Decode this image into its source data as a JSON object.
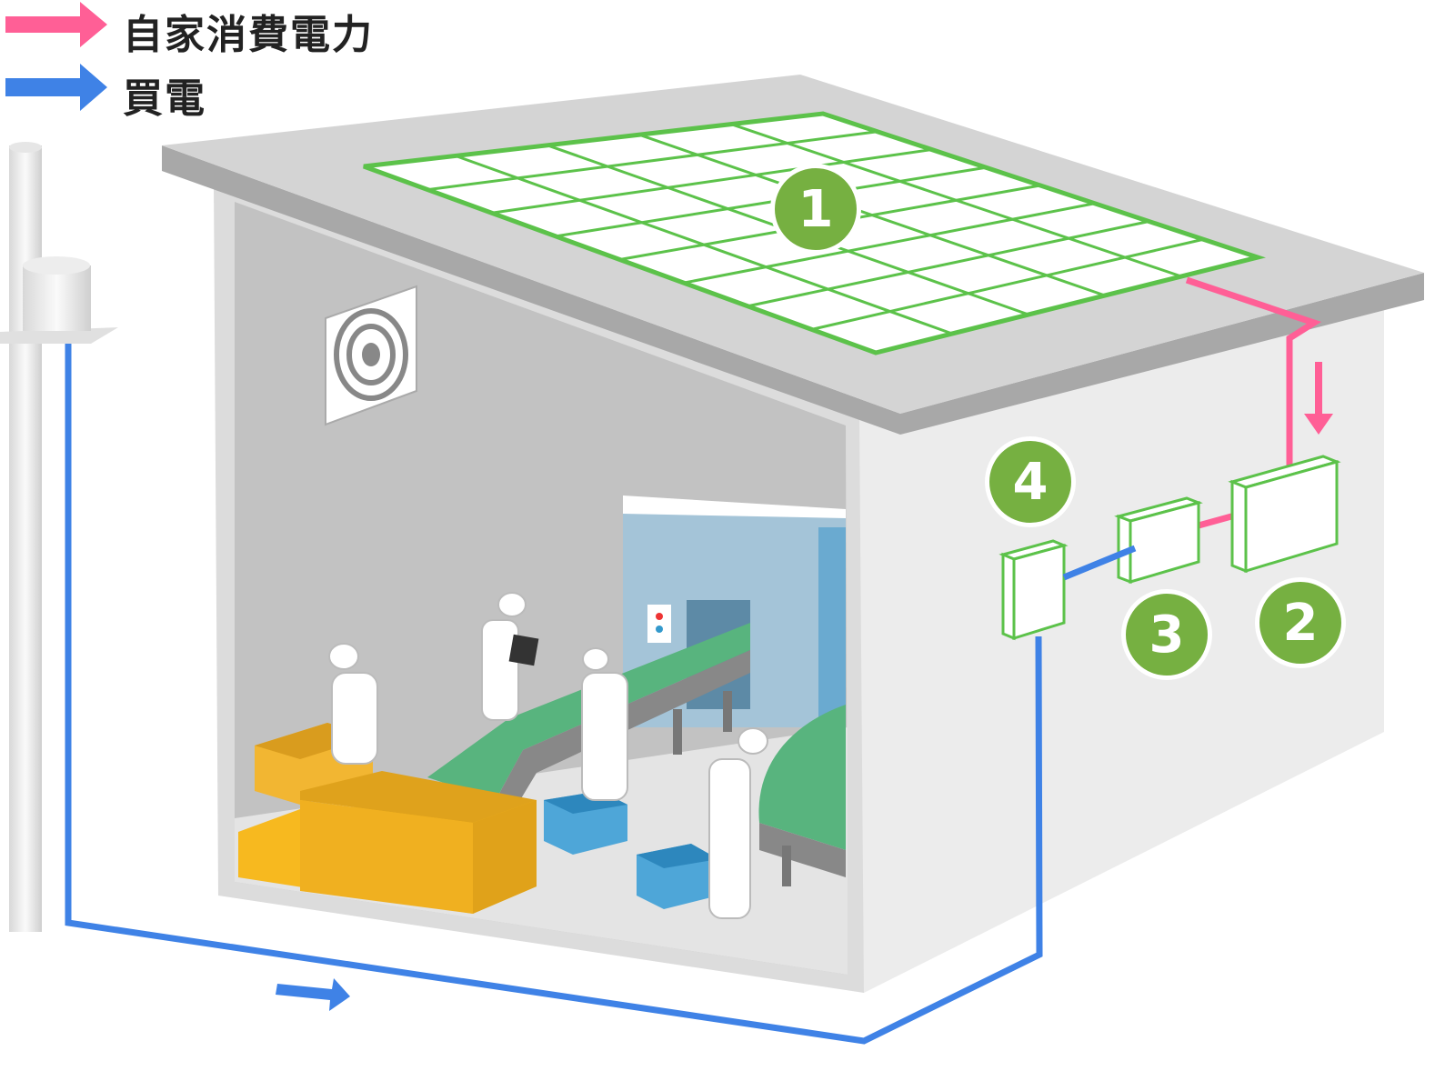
{
  "legend": {
    "items": [
      {
        "label": "自家消費電力",
        "color": "#ff5f96"
      },
      {
        "label": "買電",
        "color": "#3f82e6"
      }
    ]
  },
  "markers": [
    {
      "label": "1"
    },
    {
      "label": "2"
    },
    {
      "label": "3"
    },
    {
      "label": "4"
    }
  ],
  "colors": {
    "solar_green": "#76b041",
    "panel_line": "#5cc24a",
    "self_power": "#ff5f96",
    "purchased_power": "#3f82e6"
  }
}
